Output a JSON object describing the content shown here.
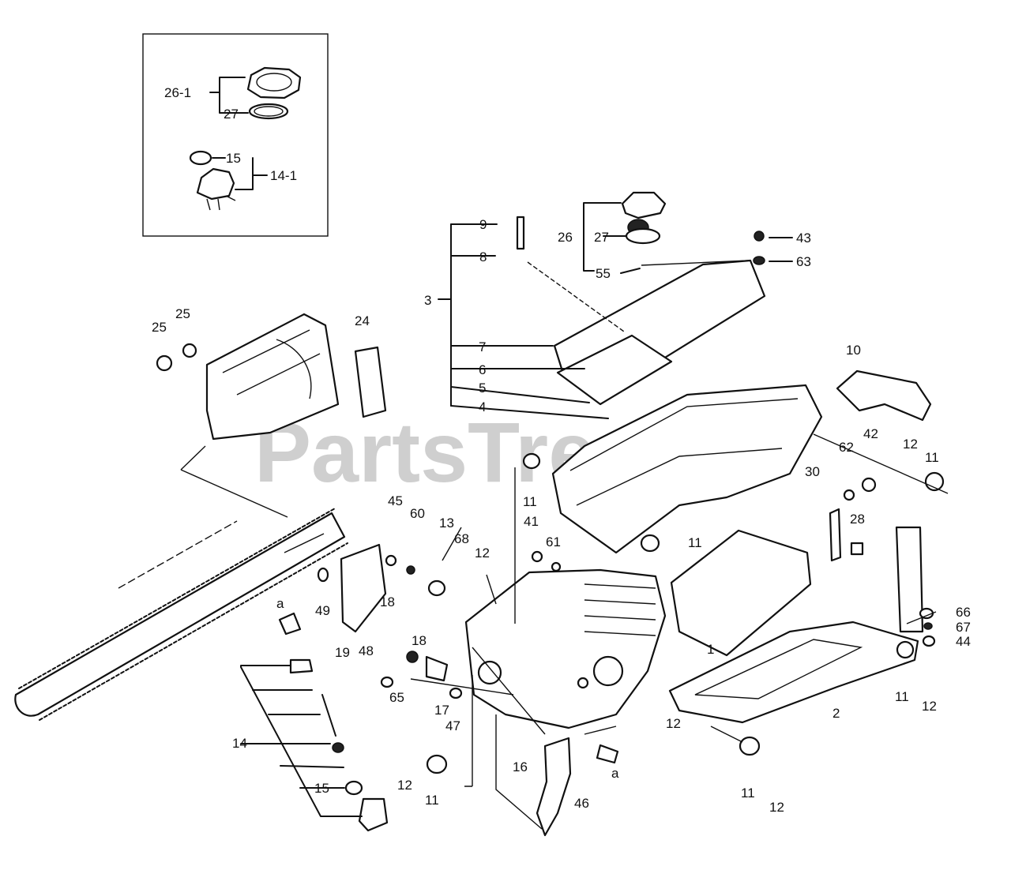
{
  "watermark": {
    "brand": "PartsTree",
    "trademark": "™"
  },
  "inset_labels": [
    "26-1",
    "27",
    "15",
    "14-1"
  ],
  "part_labels": [
    "1",
    "2",
    "3",
    "4",
    "5",
    "6",
    "7",
    "8",
    "9",
    "10",
    "11",
    "12",
    "13",
    "14",
    "15",
    "16",
    "17",
    "18",
    "19",
    "24",
    "25",
    "26",
    "27",
    "28",
    "30",
    "41",
    "42",
    "43",
    "44",
    "45",
    "46",
    "47",
    "48",
    "49",
    "55",
    "60",
    "61",
    "62",
    "63",
    "65",
    "66",
    "67",
    "68",
    "a"
  ]
}
